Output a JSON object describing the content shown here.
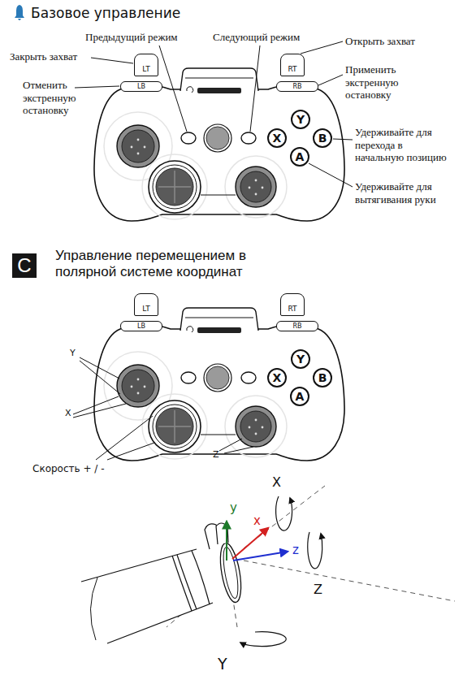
{
  "diagram": {
    "title": "Базовое управление",
    "nodes": [
      {
        "text": [
          "LT"
        ]
      },
      {
        "text": [
          "RT"
        ]
      },
      {
        "text": [
          "LB"
        ]
      },
      {
        "text": [
          "RB"
        ]
      },
      {
        "text": [
          "Y"
        ]
      },
      {
        "text": [
          "X"
        ]
      },
      {
        "text": [
          "B"
        ]
      },
      {
        "text": [
          "A"
        ]
      },
      {
        "text": [
          "C"
        ]
      },
      {
        "text": [
          "LT"
        ]
      },
      {
        "text": [
          "RT"
        ]
      },
      {
        "text": [
          "LB"
        ]
      },
      {
        "text": [
          "RB"
        ]
      },
      {
        "text": [
          "Y"
        ]
      },
      {
        "text": [
          "X"
        ]
      },
      {
        "text": [
          "B"
        ]
      },
      {
        "text": [
          "A"
        ]
      }
    ],
    "labels": [
      "Предыдущий режим",
      "Следующий режим",
      "Открыть захват",
      "Закрыть захват",
      "Применить экстренную остановку",
      "Отменить экстренную остановку",
      "Удерживайте для перехода в начальную позицию",
      "Удерживайте для вытягивания руки",
      "Управление перемещением в полярной системе координат",
      "Y",
      "X",
      "Скорость + / -",
      "Z",
      "X",
      "Z",
      "Y",
      "y",
      "x",
      "z"
    ]
  }
}
